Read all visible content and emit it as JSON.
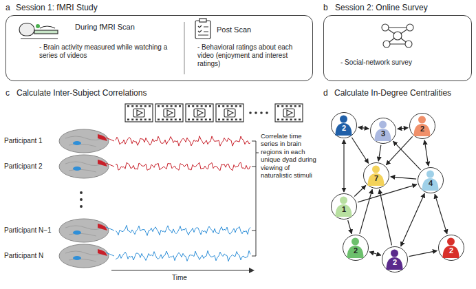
{
  "diagram": {
    "nodes": [
      {
        "text": [
          "Session 1: fMRI Study",
          "During fMRI Scan",
          "- Brain activity measured while watching a series of videos",
          "Post Scan",
          "- Behavioral ratings about each video (enjoyment and interest ratings)"
        ]
      },
      {
        "text": [
          "Session 2: Online Survey",
          "- Social-network survey"
        ]
      },
      {
        "text": [
          "2"
        ]
      },
      {
        "text": [
          "3"
        ]
      },
      {
        "text": [
          "2"
        ]
      },
      {
        "text": [
          "7"
        ]
      },
      {
        "text": [
          "4"
        ]
      },
      {
        "text": [
          "1"
        ]
      },
      {
        "text": [
          "2"
        ]
      },
      {
        "text": [
          "2"
        ]
      },
      {
        "text": [
          "2"
        ]
      }
    ],
    "edges": [
      {
        "from": 2,
        "to": 3,
        "arrow": "both"
      },
      {
        "from": 2,
        "to": 5,
        "arrow": "to"
      },
      {
        "from": 3,
        "to": 5,
        "arrow": "to"
      },
      {
        "from": 4,
        "to": 5,
        "arrow": "to"
      },
      {
        "from": 6,
        "to": 5,
        "arrow": "to"
      },
      {
        "from": 7,
        "to": 5,
        "arrow": "to"
      },
      {
        "from": 8,
        "to": 5,
        "arrow": "to"
      },
      {
        "from": 9,
        "to": 5,
        "arrow": "to"
      },
      {
        "from": 4,
        "to": 3,
        "arrow": "both"
      },
      {
        "from": 4,
        "to": 6,
        "arrow": "both"
      },
      {
        "from": 6,
        "to": 10,
        "arrow": "both"
      },
      {
        "from": 2,
        "to": 7,
        "arrow": "both"
      },
      {
        "from": 7,
        "to": 6,
        "arrow": "to"
      },
      {
        "from": 6,
        "to": 3,
        "arrow": "to"
      },
      {
        "from": 8,
        "to": 9,
        "arrow": "both"
      },
      {
        "from": 9,
        "to": 6,
        "arrow": "both"
      },
      {
        "from": 7,
        "to": 8,
        "arrow": "to"
      },
      {
        "from": 9,
        "to": 10,
        "arrow": "to"
      }
    ],
    "labels": [
      "a",
      "b",
      "c",
      "Calculate Inter-Subject Correlations",
      "Participant 1",
      "Participant 2",
      "Participant N−1",
      "Participant N",
      "Correlate time series in brain regions in each unique dyad during viewing of naturalistic stimuli",
      "Time",
      "d",
      "Calculate In-Degree Centralities"
    ]
  }
}
